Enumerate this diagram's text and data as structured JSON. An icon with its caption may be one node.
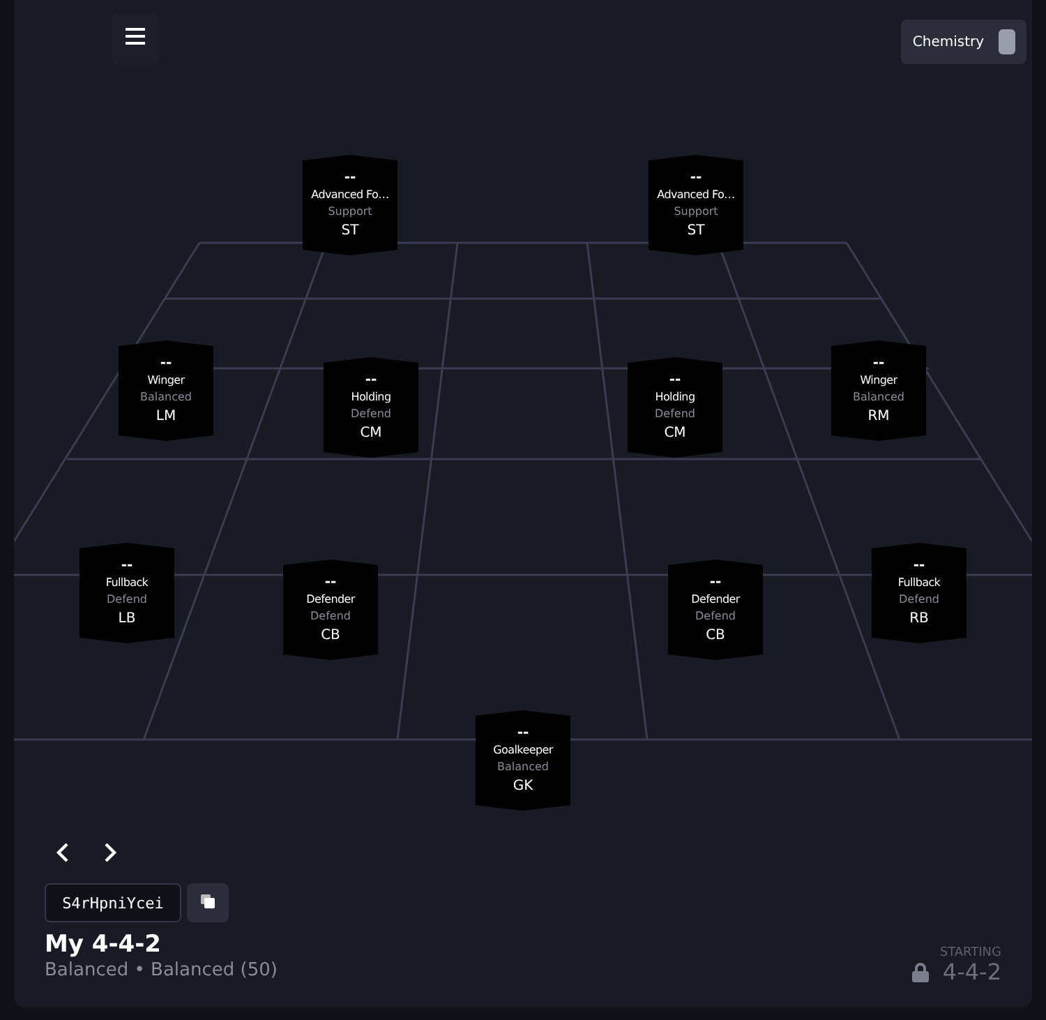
{
  "diagram": {
    "title": "My 4-4-2",
    "nodes": [
      {
        "text": [
          "--",
          "Advanced Fo…",
          "Support",
          "ST"
        ]
      },
      {
        "text": [
          "--",
          "Advanced Fo…",
          "Support",
          "ST"
        ]
      },
      {
        "text": [
          "--",
          "Winger",
          "Balanced",
          "LM"
        ]
      },
      {
        "text": [
          "--",
          "Holding",
          "Defend",
          "CM"
        ]
      },
      {
        "text": [
          "--",
          "Holding",
          "Defend",
          "CM"
        ]
      },
      {
        "text": [
          "--",
          "Winger",
          "Balanced",
          "RM"
        ]
      },
      {
        "text": [
          "--",
          "Fullback",
          "Defend",
          "LB"
        ]
      },
      {
        "text": [
          "--",
          "Defender",
          "Defend",
          "CB"
        ]
      },
      {
        "text": [
          "--",
          "Defender",
          "Defend",
          "CB"
        ]
      },
      {
        "text": [
          "--",
          "Fullback",
          "Defend",
          "RB"
        ]
      },
      {
        "text": [
          "--",
          "Goalkeeper",
          "Balanced",
          "GK"
        ]
      }
    ],
    "labels": [
      "Chemistry",
      "S4rHpniYcei",
      "Balanced • Balanced (50)",
      "STARTING",
      "4-4-2"
    ]
  }
}
